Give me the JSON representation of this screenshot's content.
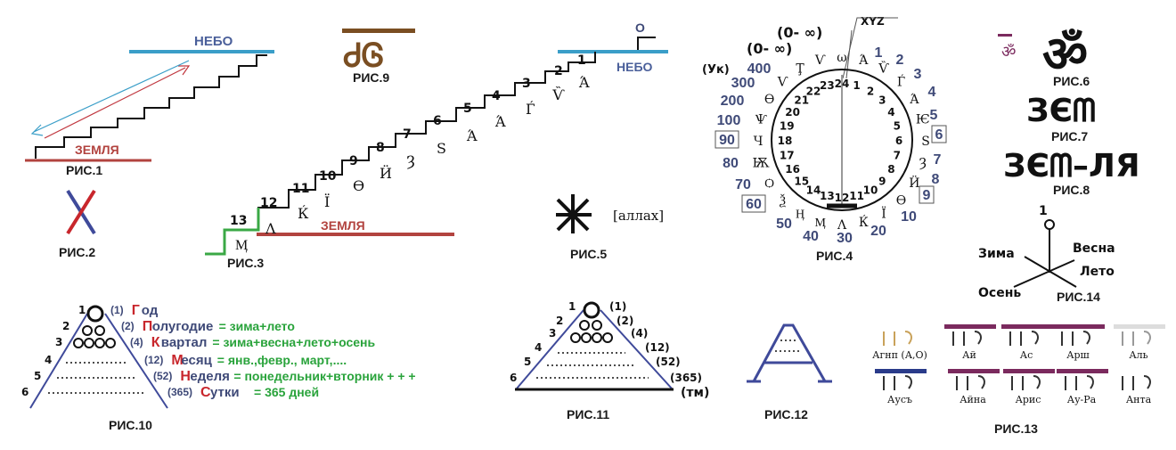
{
  "colors": {
    "sky": "#3a9ec8",
    "earth": "#b2433f",
    "green": "#3aa845",
    "navy": "#3f4a78",
    "pink": "#c8262c",
    "bar": "#7b2a5e"
  },
  "captions": {
    "fig1": "РИС.1",
    "fig2": "РИС.2",
    "fig3": "РИС.3",
    "fig4": "РИС.4",
    "fig5": "РИС.5",
    "fig6": "РИС.6",
    "fig7": "РИС.7",
    "fig8": "РИС.8",
    "fig9": "РИС.9",
    "fig10": "РИС.10",
    "fig11": "РИС.11",
    "fig12": "РИС.12",
    "fig13": "РИС.13",
    "fig14": "РИС.14"
  },
  "fig1": {
    "sky": "НЕБО",
    "earth": "ЗЕМЛЯ"
  },
  "fig3": {
    "sky": "НЕБО",
    "earth": "ЗЕМЛЯ",
    "top": "О",
    "steps": [
      {
        "n": "1",
        "letter": "Ά"
      },
      {
        "n": "2",
        "letter": "Ѷ"
      },
      {
        "n": "3",
        "letter": "Ѓ"
      },
      {
        "n": "4",
        "letter": "Ά"
      },
      {
        "n": "5",
        "letter": "Ά"
      },
      {
        "n": "6",
        "letter": "Ѕ"
      },
      {
        "n": "7",
        "letter": "Ȝ"
      },
      {
        "n": "8",
        "letter": "Ӥ"
      },
      {
        "n": "9",
        "letter": "Ѳ"
      },
      {
        "n": "10",
        "letter": "Ї"
      },
      {
        "n": "11",
        "letter": "Ќ"
      },
      {
        "n": "12",
        "letter": "Λ"
      },
      {
        "n": "13",
        "letter": "Ӎ"
      }
    ]
  },
  "fig4": {
    "inf1": "(0- ∞)",
    "inf2": "(0- ∞)",
    "xyz": "XYZ",
    "uk": "(Ук)",
    "hours": [
      "24",
      "1",
      "2",
      "3",
      "4",
      "5",
      "6",
      "7",
      "8",
      "9",
      "10",
      "11",
      "12",
      "13",
      "14",
      "15",
      "16",
      "17",
      "18",
      "19",
      "20",
      "21",
      "22",
      "23"
    ],
    "inner_letters": [
      "ω",
      "Ά",
      "Ѷ",
      "Ѓ",
      "Ά",
      "Ѥ",
      "Ѕ",
      "Ȝ",
      "Ӥ",
      "Ѳ",
      "Ї",
      "Ќ",
      "Λ",
      "Ӎ",
      "Ӊ",
      "Ѯ",
      "Ѻ",
      "Ѭ",
      "Ч",
      "Ѱ",
      "Ѳ",
      "Ѵ",
      "Ţ",
      "Ѵ"
    ],
    "outer_numbers": [
      "1",
      "2",
      "3",
      "4",
      "5",
      "6",
      "7",
      "8",
      "9",
      "10",
      "20",
      "30",
      "40",
      "50",
      "60",
      "70",
      "80",
      "90",
      "100",
      "200",
      "300",
      "400"
    ]
  },
  "fig5": {
    "bracket": "[аллах]"
  },
  "fig6": {
    "om": "ॐ",
    "small": "ॐ"
  },
  "fig7": {
    "text": "ЗЄᗰ"
  },
  "fig8": {
    "text": "ЗЄᗰ–ЛЯ"
  },
  "fig9": {
    "text": "ᏧᎶ"
  },
  "fig10": {
    "rows": [
      {
        "idx": "1",
        "tag": "(1)",
        "cap": "Г",
        "rest": "од",
        "formula": ""
      },
      {
        "idx": "2",
        "tag": "(2)",
        "cap": "П",
        "rest": "олугодие",
        "formula": "= зима+лето"
      },
      {
        "idx": "3",
        "tag": "(4)",
        "cap": "К",
        "rest": "вартал",
        "formula": "= зима+весна+лето+осень"
      },
      {
        "idx": "4",
        "tag": "(12)",
        "cap": "М",
        "rest": "есяц",
        "formula": "= янв.,февр., март,...."
      },
      {
        "idx": "5",
        "tag": "(52)",
        "cap": "Н",
        "rest": "еделя",
        "formula": "= понедельник+вторник + + +"
      },
      {
        "idx": "6",
        "tag": "(365)",
        "cap": "С",
        "rest": " утки",
        "formula": "= 365 дней"
      }
    ]
  },
  "fig11": {
    "idx": [
      "1",
      "2",
      "3",
      "4",
      "5",
      "6"
    ],
    "tags": [
      "(1)",
      "(2)",
      "(4)",
      "(12)",
      "(52)",
      "(365)"
    ],
    "tm": "(тм)"
  },
  "fig13": {
    "labels": [
      "Агнп (А,О)",
      "Ай",
      "Ас",
      "Арш",
      "Аль",
      "Аусъ",
      "Айна",
      "Арис",
      "Ау-Ра",
      "Анта"
    ]
  },
  "fig14": {
    "one": "1",
    "winter": "Зима",
    "spring": "Весна",
    "summer": "Лето",
    "autumn": "Осень"
  }
}
